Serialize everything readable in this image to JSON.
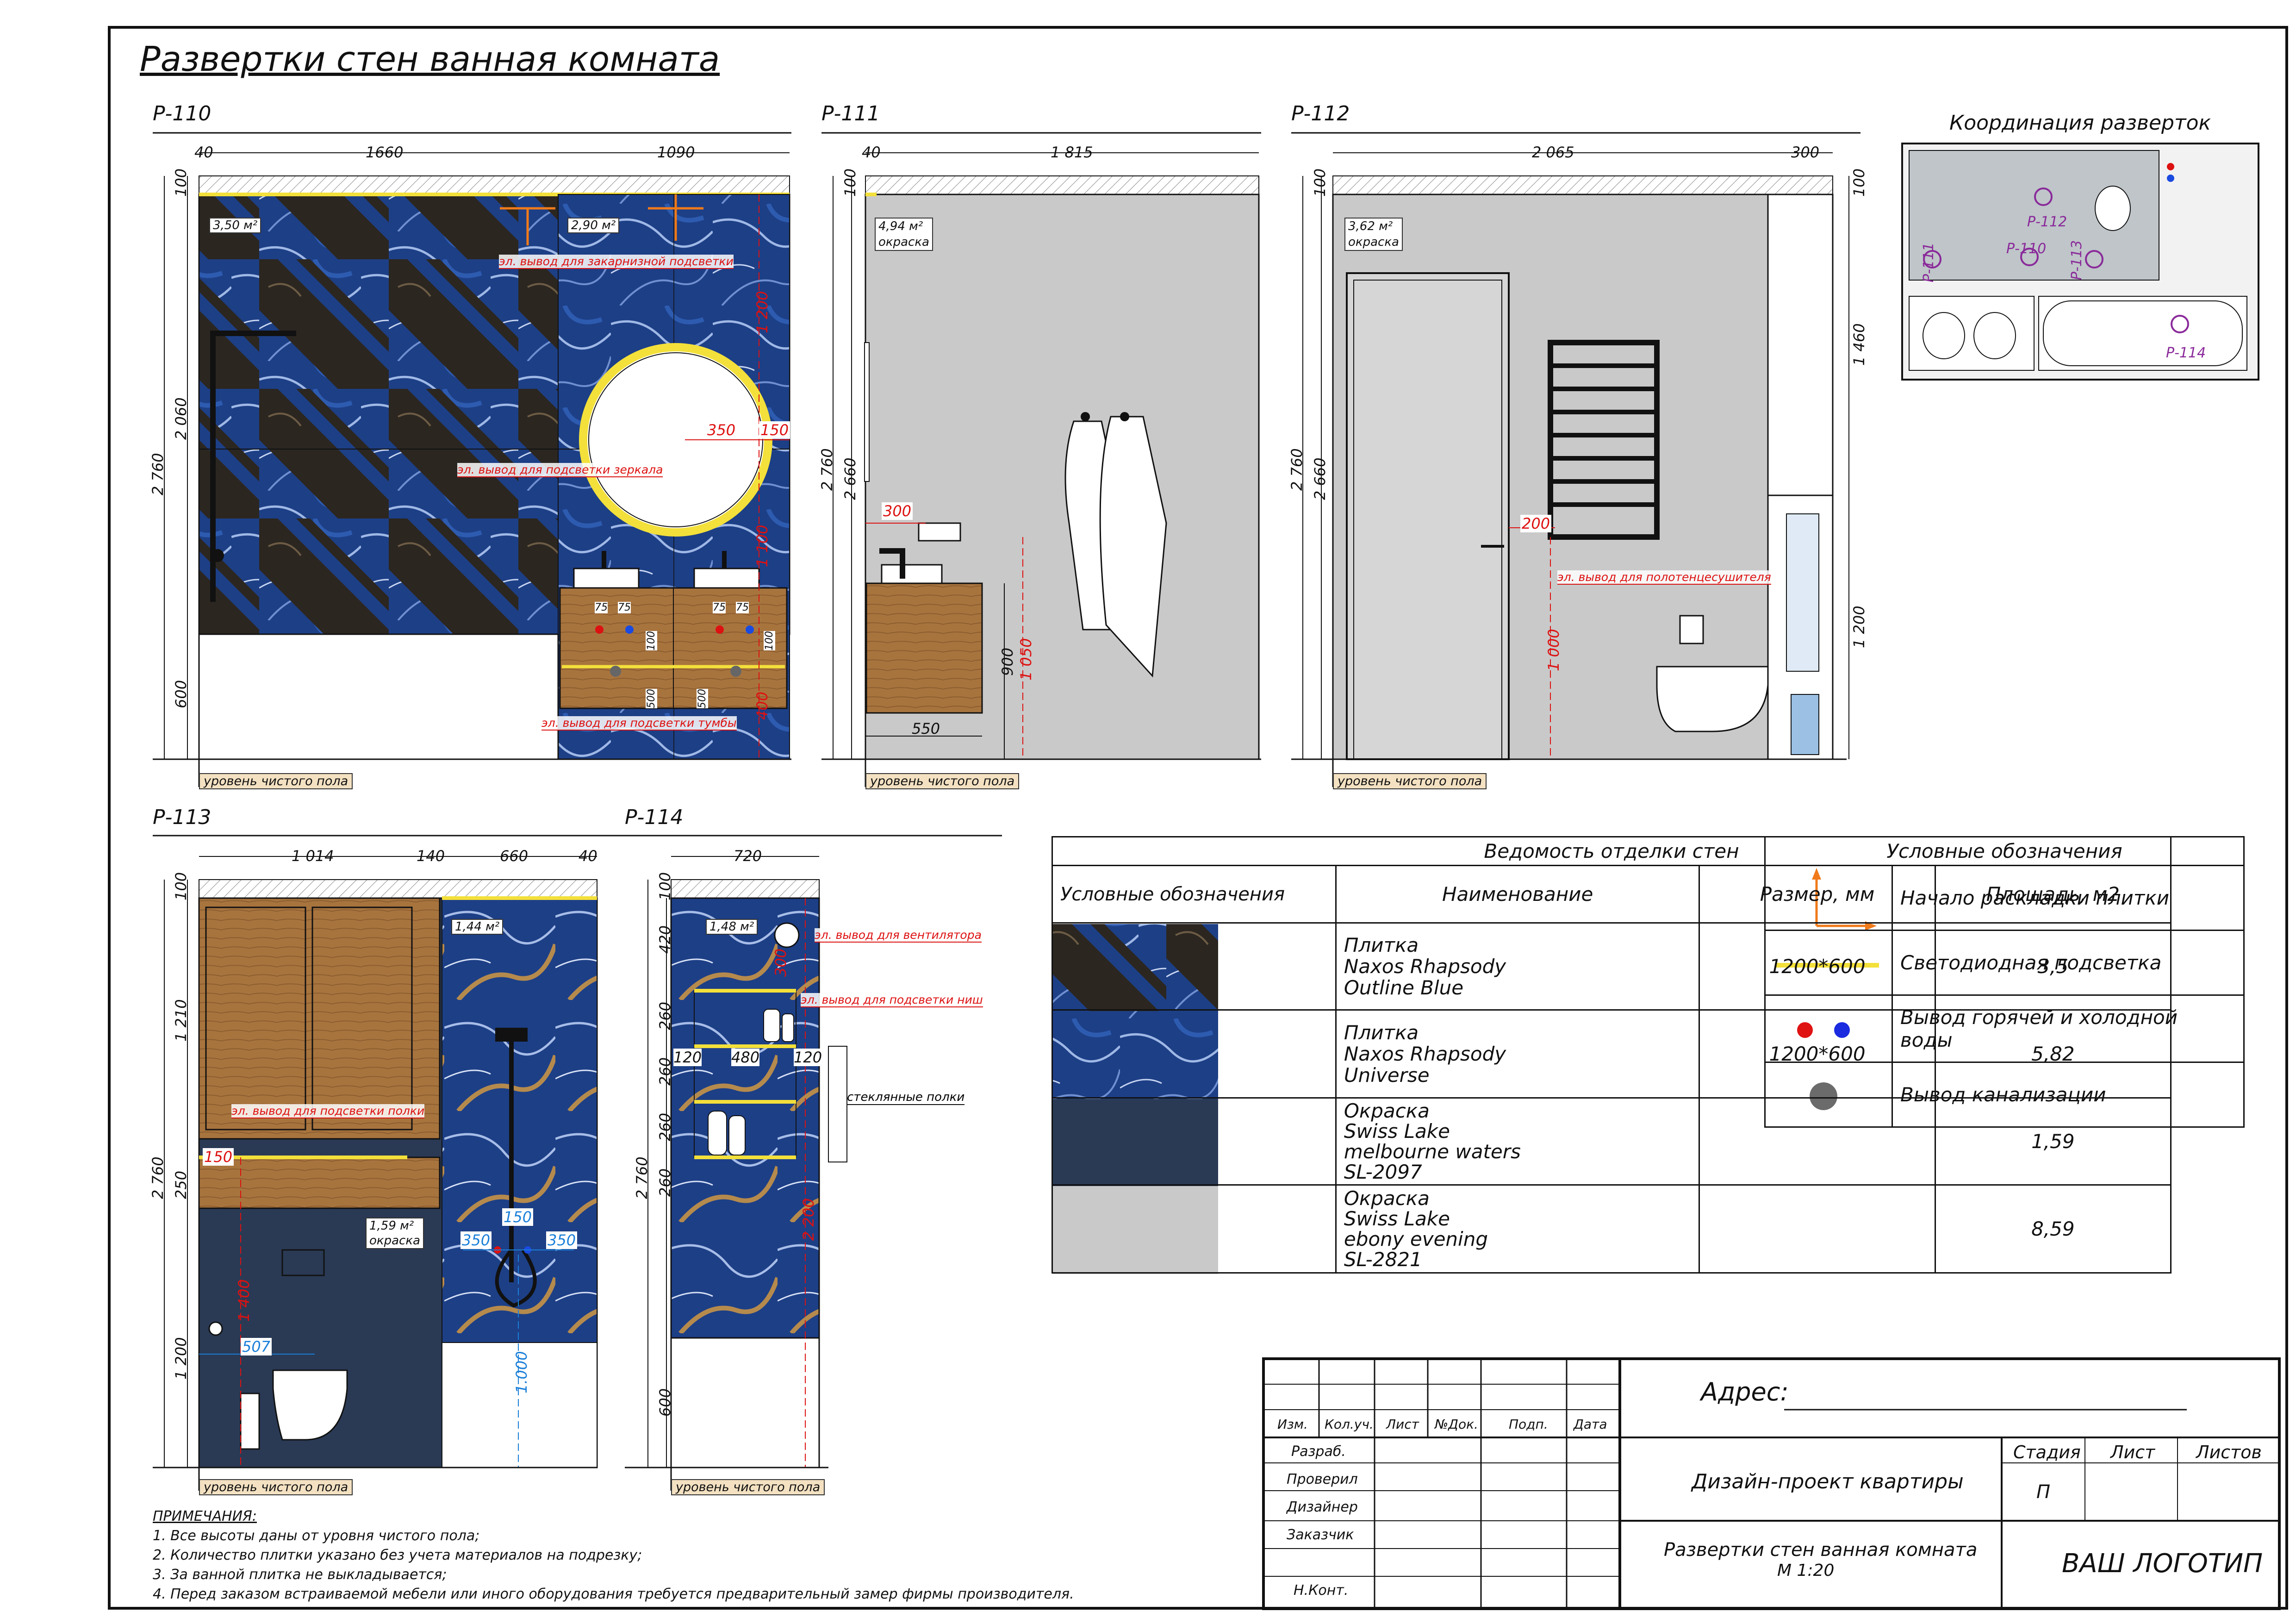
{
  "sheet_title": "Развертки стен ванная комната",
  "views": {
    "p110": {
      "label": "Р-110",
      "dims_top": [
        "40",
        "1660",
        "1090"
      ],
      "dims_left": [
        "100",
        "2 060",
        "600"
      ],
      "dim_total": "2 760",
      "area1": "3,50 м²",
      "area2": "2,90 м²",
      "red_notes": [
        "эл. вывод для закарнизной подсветки",
        "эл. вывод для подсветки зеркала",
        "эл. вывод для подсветки тумбы"
      ],
      "red_dims": [
        "1 200",
        "350",
        "150",
        "1 100",
        "400"
      ],
      "small_dims": [
        "75",
        "75",
        "100",
        "500",
        "75",
        "75",
        "100",
        "500"
      ],
      "floor": "уровень чистого пола"
    },
    "p111": {
      "label": "Р-111",
      "dims_top": [
        "40",
        "1 815"
      ],
      "dims_left": [
        "100",
        "2 660"
      ],
      "dim_total": "2 760",
      "area": "4,94 м²",
      "finish": "окраска",
      "red_dims": [
        "300",
        "1 050"
      ],
      "dims_other": [
        "900",
        "550"
      ],
      "floor": "уровень чистого пола"
    },
    "p112": {
      "label": "Р-112",
      "dims_top": [
        "2 065",
        "300"
      ],
      "dims_left": [
        "100",
        "2 660"
      ],
      "dim_total": "2 760",
      "dims_right": [
        "100",
        "1 460",
        "1 200"
      ],
      "area": "3,62 м²",
      "finish": "окраска",
      "red_dims": [
        "200",
        "1 000"
      ],
      "red_notes": [
        "эл. вывод для полотенцесушителя"
      ],
      "floor": "уровень чистого пола"
    },
    "p113": {
      "label": "Р-113",
      "dims_top": [
        "1 014",
        "140",
        "660",
        "40"
      ],
      "dims_left": [
        "100",
        "1 210",
        "250",
        "1 200"
      ],
      "dim_total": "2 760",
      "area1": "1,44 м²",
      "area2": "1,59 м²",
      "finish": "окраска",
      "red_notes": [
        "эл. вывод для подсветки полки"
      ],
      "red_dims": [
        "150",
        "1 400",
        "507"
      ],
      "blue_dims": [
        "150",
        "350",
        "350",
        "1.000"
      ],
      "floor": "уровень чистого пола"
    },
    "p114": {
      "label": "Р-114",
      "dims_top": [
        "720"
      ],
      "dims_left": [
        "100",
        "420",
        "260",
        "260",
        "260",
        "260",
        "600"
      ],
      "dim_total": "2 760",
      "area": "1,48 м²",
      "red_notes": [
        "эл. вывод для вентилятора",
        "эл. вывод для подсветки ниш"
      ],
      "red_dims": [
        "300",
        "2 200"
      ],
      "niche_dims": [
        "120",
        "480",
        "120"
      ],
      "glass_note": "стеклянные полки",
      "floor": "уровень чистого пола"
    }
  },
  "coordination": {
    "title": "Координация разверток",
    "labels": [
      "Р-112",
      "Р-111",
      "Р-110",
      "Р-113",
      "Р-114"
    ]
  },
  "finish_table": {
    "title": "Ведомость отделки стен",
    "headers": [
      "Условные обозначения",
      "Наименование",
      "Размер, мм",
      "Площадь, м2"
    ],
    "rows": [
      {
        "name": "Плитка Naxos Rhapsody Outline Blue",
        "name_lines": [
          "Плитка",
          "Naxos Rhapsody",
          "Outline Blue"
        ],
        "size": "1200*600",
        "area": "3,5",
        "swatch": "tile-outline"
      },
      {
        "name_lines": [
          "Плитка",
          "Naxos Rhapsody",
          "Universe"
        ],
        "size": "1200*600",
        "area": "5,82",
        "swatch": "tile-universe"
      },
      {
        "name_lines": [
          "Окраска",
          "Swiss Lake",
          "melbourne waters",
          "SL-2097"
        ],
        "size": "",
        "area": "1,59",
        "swatch": "#2a3a55"
      },
      {
        "name_lines": [
          "Окраска",
          "Swiss Lake",
          "ebony evening",
          "SL-2821"
        ],
        "size": "",
        "area": "8,59",
        "swatch": "#c9c9c9"
      }
    ]
  },
  "legend": {
    "title": "Условные обозначения",
    "items": [
      "Начало раскладки плитки",
      "Светодиодная подсветка",
      "Вывод горячей и холодной воды",
      "Вывод канализации"
    ]
  },
  "notes": {
    "title": "ПРИМЕЧАНИЯ:",
    "lines": [
      "1. Все высоты даны от уровня чистого пола;",
      "2. Количество плитки указано без учета материалов на подрезку;",
      "3. За ванной плитка не выкладывается;",
      "4. Перед заказом встраиваемой мебели или иного оборудования требуется предварительный замер фирмы производителя."
    ]
  },
  "stamp": {
    "address": "Адрес:",
    "col_headers": [
      "Изм.",
      "Кол.уч.",
      "Лист",
      "№Док.",
      "Подп.",
      "Дата"
    ],
    "roles": [
      "Разраб.",
      "Проверил",
      "Дизайнер",
      "Заказчик",
      "Н.Конт."
    ],
    "project": "Дизайн-проект квартиры",
    "sheet_name": "Развертки стен ванная комната",
    "scale": "М 1:20",
    "stage_h": "Стадия",
    "sheet_h": "Лист",
    "sheets_h": "Листов",
    "stage": "П",
    "logo": "ВАШ ЛОГОТИП"
  },
  "colors": {
    "tile_blue": "#1d3f86",
    "tile_dark": "#3a3127",
    "wall_grey": "#c9c9c9",
    "paint_navy": "#2a3a55",
    "led_yellow": "#f3e03a",
    "wood": "#a8743e",
    "red": "#d11111",
    "blue": "#1a7fd8",
    "purple": "#8a2a9a"
  }
}
